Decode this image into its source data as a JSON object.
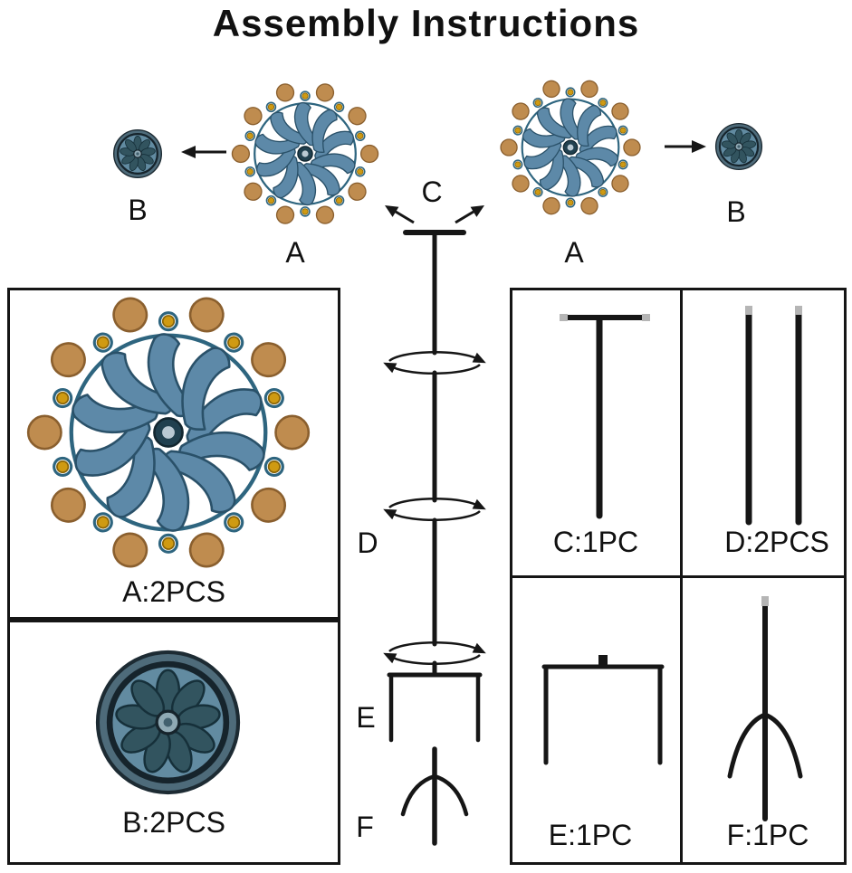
{
  "title": "Assembly Instructions",
  "top_diagram": {
    "left_cap_label": "B",
    "left_spinner_label": "A",
    "pole_label": "C",
    "right_spinner_label": "A",
    "right_cap_label": "B"
  },
  "pole_column": {
    "pole_section_label": "D",
    "bracket_label": "E",
    "stake_label": "F"
  },
  "parts_list": {
    "spinner_qty": "A:2PCS",
    "cap_qty": "B:2PCS",
    "t_pole_qty": "C:1PC",
    "rod_qty": "D:2PCS",
    "bracket_qty": "E:1PC",
    "stake_qty": "F:1PC"
  },
  "colors": {
    "outline": "#161616",
    "blade_blue": "#5d89a8",
    "ring_blue": "#2e657f",
    "ball_copper": "#bf8c4f",
    "bead_amber": "#cf9a12",
    "cap_blue": "#628ba1",
    "metal_tip": "#b5b5b5"
  }
}
